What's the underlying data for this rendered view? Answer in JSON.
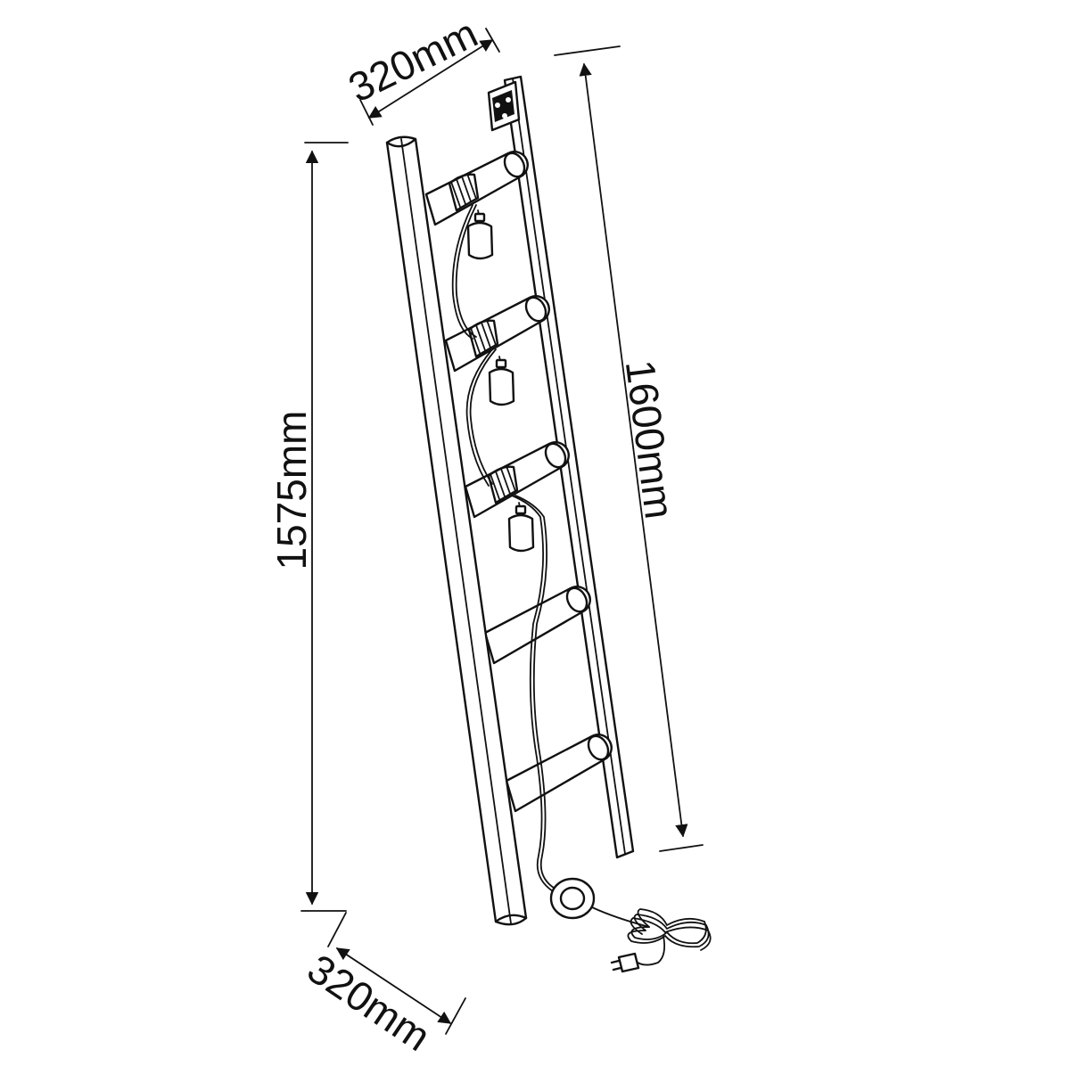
{
  "dimensions": {
    "top_width": "320mm",
    "bottom_width": "320mm",
    "left_height": "1575mm",
    "right_length": "1600mm"
  },
  "colors": {
    "line": "#111111",
    "background": "#ffffff"
  },
  "icons": {
    "ladder": "ladder-icon",
    "wall-bracket": "bracket-icon",
    "lamp-socket": "socket-icon",
    "foot-switch": "switch-icon",
    "power-plug": "plug-icon"
  }
}
